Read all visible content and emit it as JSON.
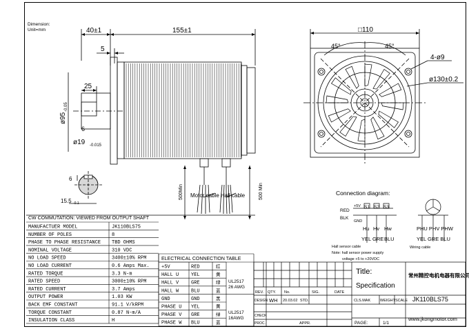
{
  "dimension_note": {
    "line1": "Dimension:",
    "line2": "Unit=mm"
  },
  "dims": {
    "d_40": "40±1",
    "d_155": "155±1",
    "d_5": "5",
    "d_25": "25",
    "d_95": "ø95",
    "d_95_tol": "-0.05",
    "d_6": "6",
    "d_19": "ø19",
    "d_19_tol": "-0.015",
    "d_6b": "6",
    "d_15_5": "15.5",
    "d_15_5_tol": "-0.1",
    "d_500min": "500Min",
    "d_500min_b": "500 Min",
    "motor_cable": "Motor cable",
    "hall_cable": "Hall cable",
    "sq_110": "□110",
    "deg_45a": "45°",
    "deg_45b": "45°",
    "holes": "4-ø9",
    "pcd": "ø130±0.2"
  },
  "connection": {
    "title": "Connection diagram:",
    "red": "RED",
    "blk": "BLK",
    "plus5v": "+5V",
    "gnd": "GND",
    "s1": "S1",
    "s2": "S2",
    "s3": "S3",
    "hu": "Hu",
    "hv": "Hv",
    "hw": "Hw",
    "yel": "YEL",
    "gre": "GRE",
    "blu": "BLU",
    "phu_phv_phw": "PHU PHV PHW",
    "yel_gre_blu": "YEL GRE BLU",
    "hall_cable": "Hall sensor cable",
    "note1": "Note: hall sensor power supply",
    "note2": "voltage +5 to +20VDC",
    "wiring_cable": "Wiring cable"
  },
  "spec": {
    "title": "CW COMMUTATION: VIEWED FROM OUTPUT SHAFT",
    "rows": [
      {
        "k": "MANUFACTUER MODEL",
        "v": "JK110BLS75"
      },
      {
        "k": "NUMBER OF POLES",
        "v": "8"
      },
      {
        "k": "PHASE TO PHASE RESISTANCE",
        "v": "TBD OHMS"
      },
      {
        "k": "NOMINAL VOLTAGE",
        "v": "310 VDC"
      },
      {
        "k": "NO LOAD SPEED",
        "v": "3400±10% RPM"
      },
      {
        "k": "NO LOAD CURRENT",
        "v": "0.6 Amps Max."
      },
      {
        "k": "RATED TORQUE",
        "v": "3.3 N-m"
      },
      {
        "k": "RATED SPEED",
        "v": "3000±10% RPM"
      },
      {
        "k": "RATED CURRENT",
        "v": "3.7 Amps"
      },
      {
        "k": "OUTPUT POWER",
        "v": "1.03 KW"
      },
      {
        "k": "BACK EMF CONSTANT",
        "v": "91.1 V/kRPM"
      },
      {
        "k": "TORQUE CONSTANT",
        "v": "0.87 N-m/A"
      },
      {
        "k": "INSULATION CLASS",
        "v": "H"
      }
    ]
  },
  "elec": {
    "title": "ELECTRICAL CONNECTION TABLE",
    "rows": [
      {
        "a": "+5V",
        "b": "RED",
        "c": "红"
      },
      {
        "a": "HALL U",
        "b": "YEL",
        "c": "黄"
      },
      {
        "a": "HALL V",
        "b": "GRE",
        "c": "绿"
      },
      {
        "a": "HALL W",
        "b": "BLU",
        "c": "蓝"
      },
      {
        "a": "GND",
        "b": "GND",
        "c": "黑"
      },
      {
        "a": "PHASE U",
        "b": "YEL",
        "c": "黄"
      },
      {
        "a": "PHASE V",
        "b": "GRE",
        "c": "绿"
      },
      {
        "a": "PHASE W",
        "b": "BLU",
        "c": "蓝"
      }
    ],
    "ul1a": "UL2517",
    "ul1b": "26 AWG",
    "ul2a": "UL2517",
    "ul2b": "16AWG"
  },
  "titleblock": {
    "title_label": "Title:",
    "spec": "Specification",
    "company": "常州精控电机电器有限公司",
    "rev": "REV.",
    "qty": "QTY.",
    "no": "No.",
    "sig": "SIG.",
    "date": "DATE",
    "design": "DESIGN",
    "wh": "WH",
    "design_date": "20.03.02",
    "std": "STD.",
    "clsmak": "CLS.MAK",
    "weight": "WEIGHT",
    "scale": "SCALE",
    "model": "JK110BLS75",
    "check": "CHECK",
    "proc": "PROC.",
    "appr": "APPR.",
    "page": "PAGE:",
    "page_val": "1/1",
    "website": "www.jkongmotor.com"
  }
}
